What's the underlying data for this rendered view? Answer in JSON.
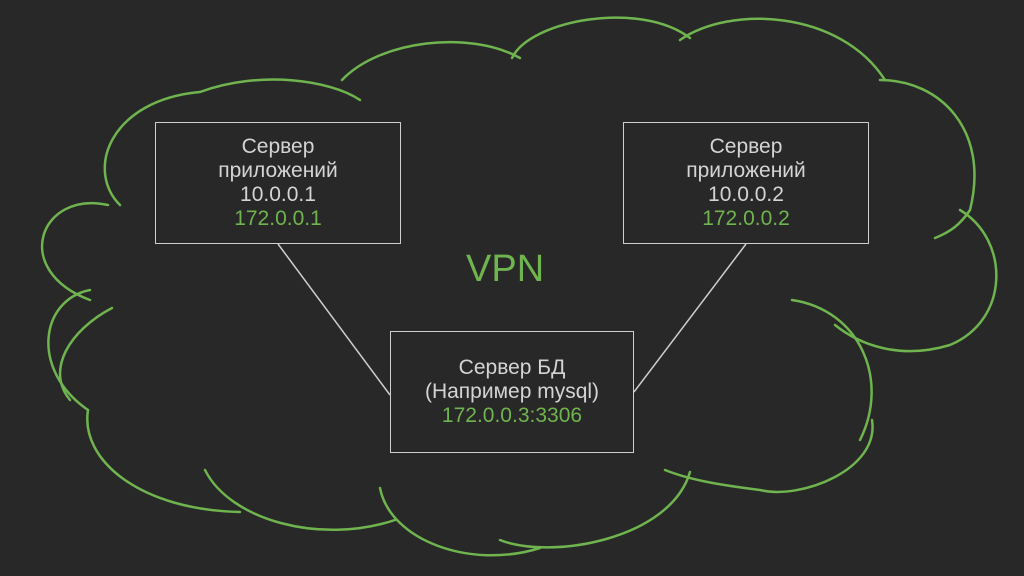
{
  "diagram": {
    "cloud_label": "VPN",
    "colors": {
      "background": "#282828",
      "cloud": "#6fb44e",
      "box": "#cfcfcf",
      "text": "#d4d4d4",
      "ip": "#6fb44e"
    },
    "nodes": {
      "app1": {
        "line1": "Сервер",
        "line2": "приложений",
        "line3": "10.0.0.1",
        "ip": "172.0.0.1"
      },
      "app2": {
        "line1": "Сервер",
        "line2": "приложений",
        "line3": "10.0.0.2",
        "ip": "172.0.0.2"
      },
      "db": {
        "line1": "Сервер БД",
        "line2": "(Например mysql)",
        "ip": "172.0.0.3:3306"
      }
    }
  }
}
